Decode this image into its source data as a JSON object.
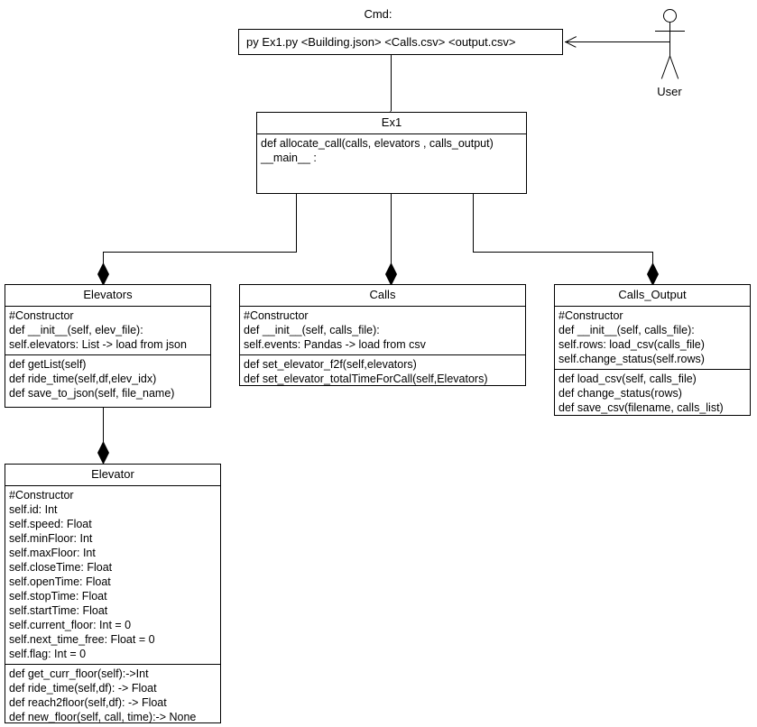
{
  "diagram": {
    "type": "uml-class-diagram",
    "title": "Elevator Simulation Class Diagram"
  },
  "cmd": {
    "caption": "Cmd:",
    "command": "py Ex1.py  <Building.json>  <Calls.csv>  <output.csv>"
  },
  "actor": {
    "label": "User",
    "icon": "actor-stick-figure"
  },
  "classes": [
    {
      "name": "Ex1",
      "compartments": [
        {
          "lines": [
            "def allocate_call(calls, elevators , calls_output)",
            "__main__ :"
          ]
        }
      ]
    },
    {
      "name": "Elevators",
      "compartments": [
        {
          "lines": [
            "#Constructor",
            "def __init__(self, elev_file):",
            "self.elevators: List -> load from json"
          ]
        },
        {
          "lines": [
            "def getList(self)",
            "def ride_time(self,df,elev_idx)",
            "def save_to_json(self, file_name)"
          ]
        }
      ]
    },
    {
      "name": "Calls",
      "compartments": [
        {
          "lines": [
            "#Constructor",
            "def __init__(self, calls_file):",
            "self.events: Pandas -> load from csv"
          ]
        },
        {
          "lines": [
            "def set_elevator_f2f(self,elevators)",
            "def set_elevator_totalTimeForCall(self,Elevators)"
          ]
        }
      ]
    },
    {
      "name": "Calls_Output",
      "compartments": [
        {
          "lines": [
            "#Constructor",
            "def __init__(self, calls_file):",
            "self.rows: load_csv(calls_file)",
            "self.change_status(self.rows)"
          ]
        },
        {
          "lines": [
            "def load_csv(self, calls_file)",
            "def change_status(rows)",
            "def save_csv(filename, calls_list)"
          ]
        }
      ]
    },
    {
      "name": "Elevator",
      "compartments": [
        {
          "lines": [
            "#Constructor",
            "self.id: Int",
            "self.speed: Float",
            "self.minFloor: Int",
            "self.maxFloor: Int",
            "self.closeTime: Float",
            "self.openTime: Float",
            "self.stopTime: Float",
            "self.startTime: Float",
            "self.current_floor: Int = 0",
            "self.next_time_free: Float = 0",
            "self.flag: Int = 0"
          ]
        },
        {
          "lines": [
            "def get_curr_floor(self):->Int",
            "def ride_time(self,df): -> Float",
            "def reach2floor(self,df): -> Float",
            "def new_floor(self, call, time):-> None"
          ]
        }
      ]
    }
  ],
  "relations": [
    {
      "from": "User",
      "to": "Cmd",
      "kind": "association-arrow"
    },
    {
      "from": "Cmd",
      "to": "Ex1",
      "kind": "association-arrow"
    },
    {
      "from": "Ex1",
      "to": "Elevators",
      "kind": "composition"
    },
    {
      "from": "Ex1",
      "to": "Calls",
      "kind": "composition"
    },
    {
      "from": "Ex1",
      "to": "Calls_Output",
      "kind": "composition"
    },
    {
      "from": "Elevators",
      "to": "Elevator",
      "kind": "composition"
    }
  ],
  "colors": {
    "stroke": "#000000",
    "fill": "#ffffff",
    "text": "#000000"
  }
}
